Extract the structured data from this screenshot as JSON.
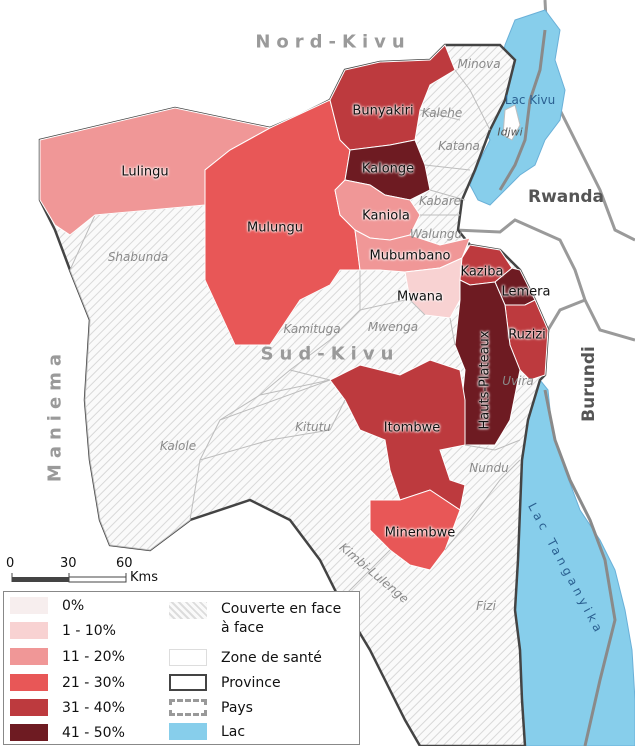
{
  "provinces": {
    "north": "Nord-Kivu",
    "south": "Sud-Kivu",
    "west": "Maniema"
  },
  "countries": {
    "rwanda": "Rwanda",
    "burundi": "Burundi"
  },
  "lakes": {
    "kivu": "Lac Kivu",
    "tanganyika": "Lac Tanganyika",
    "island": "Idjwi"
  },
  "zones_colored": {
    "bunyakiri": "Bunyakiri",
    "kalonge": "Kalonge",
    "lulingu": "Lulingu",
    "kaniola": "Kaniola",
    "mulungu": "Mulungu",
    "mubumbano": "Mubumbano",
    "kaziba": "Kaziba",
    "lemera": "Lemera",
    "mwana": "Mwana",
    "ruzizi": "Ruzizi",
    "hauts_plateaux": "Hauts-Plateaux",
    "itombwe": "Itombwe",
    "minembwe": "Minembwe"
  },
  "zones_grey": {
    "minova": "Minova",
    "kalehe": "Kalehe",
    "katana": "Katana",
    "kabare": "Kabare",
    "walungu": "Walungu",
    "shabunda": "Shabunda",
    "kamituga": "Kamituga",
    "mwenga": "Mwenga",
    "uvira": "Uvira",
    "kitutu": "Kitutu",
    "kalole": "Kalole",
    "nundu": "Nundu",
    "kimbi": "Kimbi-Lulenge",
    "fizi": "Fizi"
  },
  "scale": {
    "t0": "0",
    "t30": "30",
    "t60": "60",
    "unit": "Kms"
  },
  "legend": {
    "classes": [
      {
        "label": "0%",
        "color": "#f7eeee"
      },
      {
        "label": "1 - 10%",
        "color": "#f8d2d2"
      },
      {
        "label": "11 - 20%",
        "color": "#f09797"
      },
      {
        "label": "21 - 30%",
        "color": "#e85757"
      },
      {
        "label": "31 - 40%",
        "color": "#bd3a3e"
      },
      {
        "label": "41 - 50%",
        "color": "#6e1b22"
      }
    ],
    "hatched_line1": "Couverte en face",
    "hatched_line2": "à face",
    "zone": "Zone de santé",
    "province": "Province",
    "country": "Pays",
    "lake": "Lac"
  },
  "colors": {
    "lake": "#87ceeb",
    "hatch": "#dcdcdc",
    "province_border": "#444444"
  }
}
